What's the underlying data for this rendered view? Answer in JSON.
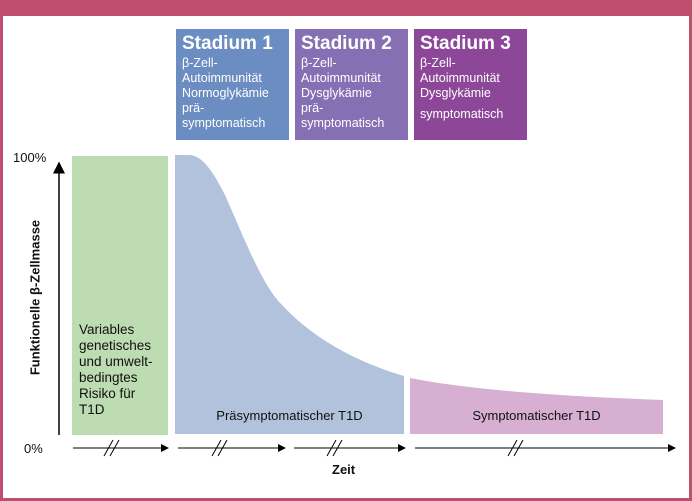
{
  "stages": [
    {
      "title": "Stadium 1",
      "lines": [
        "β-Zell-",
        "Autoimmunität",
        "Normoglykämie",
        "prä-",
        "symptomatisch"
      ],
      "color": "#6b8dc1"
    },
    {
      "title": "Stadium 2",
      "lines": [
        "β-Zell-",
        "Autoimmunität",
        "Dysglykämie",
        "prä-",
        "symptomatisch"
      ],
      "color": "#8670b4"
    },
    {
      "title": "Stadium 3",
      "lines": [
        "β-Zell-",
        "Autoimmunität",
        "Dysglykämie",
        "symptomatisch"
      ],
      "color": "#8c4799"
    }
  ],
  "axis": {
    "y_title": "Funktionelle β-Zellmasse",
    "y_max": "100%",
    "y_min": "0%",
    "x_title": "Zeit"
  },
  "regions": {
    "risk": [
      "Variables",
      "genetisches",
      "und umwelt-",
      "bedingtes",
      "Risiko für",
      "T1D"
    ],
    "presymptomatic": "Präsymptomatischer T1D",
    "symptomatic": "Symptomatischer T1D"
  },
  "colors": {
    "frame": "#bf4f6e",
    "risk": "#bddcb1",
    "presymptomatic": "#b2c2dd",
    "symptomatic": "#d6afd3"
  }
}
